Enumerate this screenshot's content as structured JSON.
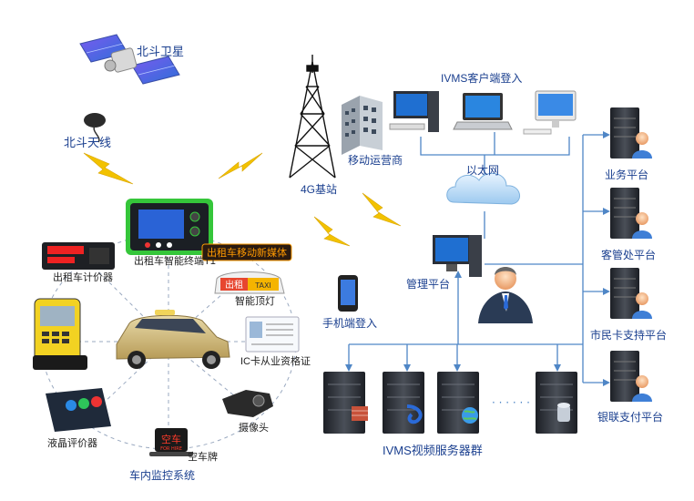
{
  "labels": {
    "beidou_satellite": "北斗卫星",
    "beidou_antenna": "北斗天线",
    "base_station_4g": "4G基站",
    "mobile_operator": "移动运营商",
    "ivms_client_login": "IVMS客户端登入",
    "ethernet": "以太网",
    "management_platform": "管理平台",
    "mobile_login": "手机端登入",
    "taxi_smart_terminal": "出租车智能终端T1",
    "taxi_meter": "出租车计价器",
    "smart_top_light": "智能顶灯",
    "ic_card_qualification": "IC卡从业资格证",
    "camera": "摄像头",
    "vacant_sign": "空车牌",
    "lcd_evaluator": "液晶评价器",
    "in_vehicle_monitoring": "车内监控系统",
    "ivms_video_servers": "IVMS视频服务器群",
    "business_platform": "业务平台",
    "customer_service_platform": "客管处平台",
    "citizen_card_platform": "市民卡支持平台",
    "unionpay_platform": "银联支付平台"
  },
  "device_text": {
    "led_sign_text": "出租车移动新媒体",
    "top_light_text": "出租",
    "top_light_sub": "TAXI",
    "vacant_sign_text": "空车",
    "vacant_sign_sub": "FOR HIRE",
    "dots": "· · · · · ·"
  },
  "colors": {
    "label_blue": "#1a3f8f",
    "signal_yellow": "#f2c200",
    "line_blue": "#4f86c6",
    "dashed_gray": "#9aa9c0",
    "server_dark": "#2b2f36",
    "terminal_green": "#35c63a",
    "led_orange": "#ff9a00"
  }
}
